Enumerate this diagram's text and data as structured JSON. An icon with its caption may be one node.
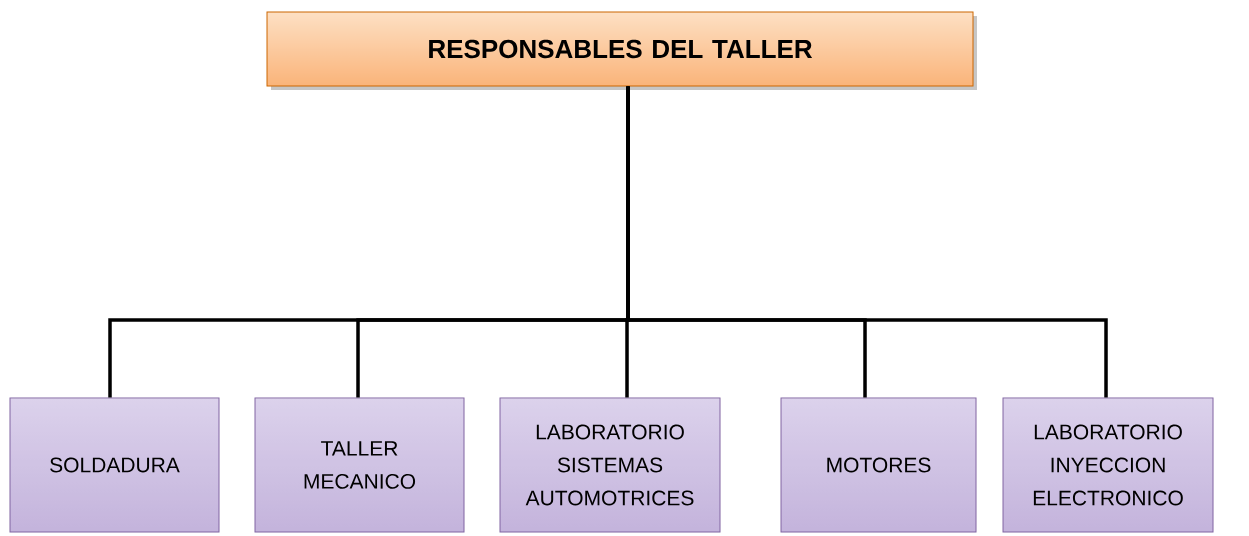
{
  "diagram": {
    "nodes": [
      {
        "text": [
          "RESPONSABLES DEL TALLER"
        ]
      },
      {
        "text": [
          "SOLDADURA"
        ]
      },
      {
        "text": [
          "TALLER MECANICO"
        ]
      },
      {
        "text": [
          "LABORATORIO SISTEMAS AUTOMOTRICES"
        ]
      },
      {
        "text": [
          "MOTORES"
        ]
      },
      {
        "text": [
          "LABORATORIO INYECCION ELECTRONICO"
        ]
      }
    ],
    "edges": [
      {
        "from": 0,
        "to": 1,
        "arrow": "none"
      },
      {
        "from": 0,
        "to": 2,
        "arrow": "none"
      },
      {
        "from": 0,
        "to": 3,
        "arrow": "none"
      },
      {
        "from": 0,
        "to": 4,
        "arrow": "none"
      },
      {
        "from": 0,
        "to": 5,
        "arrow": "none"
      }
    ]
  }
}
